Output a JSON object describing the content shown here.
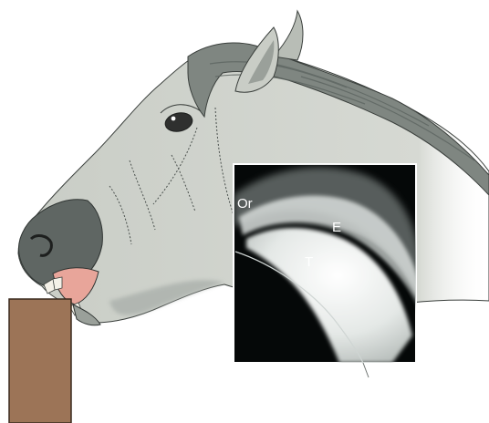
{
  "figure": {
    "labels": {
      "origin": "Or",
      "enamel": "E",
      "tooth": "T"
    },
    "colors": {
      "horse_body": "#c9cdc6",
      "horse_shadow": "#9aa09a",
      "mane": "#7f8681",
      "muzzle": "#5f6663",
      "post": "#9c7457",
      "radiograph_bg": "#050808"
    }
  }
}
